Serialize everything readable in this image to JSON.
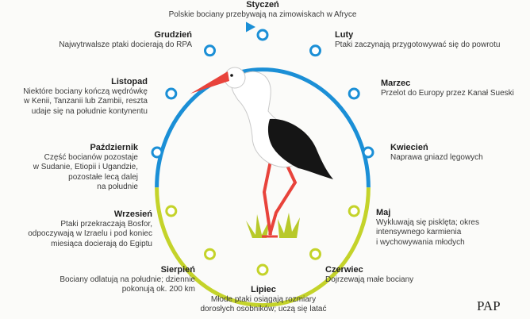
{
  "header_fragment": "· · · · · · · · · · ·",
  "credit": "PAP",
  "colors": {
    "blue_arc": "#1b8fd6",
    "green_arc": "#c4d32a",
    "stork_beak": "#e8433b",
    "dot_fill": "#ffffff"
  },
  "months": [
    {
      "key": "styczen",
      "name": "Styczeń",
      "text": [
        "Polskie bociany przebywają na zimowiskach w Afryce"
      ]
    },
    {
      "key": "luty",
      "name": "Luty",
      "text": [
        "Ptaki zaczynają przygotowywać się do powrotu"
      ]
    },
    {
      "key": "marzec",
      "name": "Marzec",
      "text": [
        "Przelot do Europy przez Kanał Sueski"
      ]
    },
    {
      "key": "kwiecien",
      "name": "Kwiecień",
      "text": [
        "Naprawa gniazd lęgowych"
      ]
    },
    {
      "key": "maj",
      "name": "Maj",
      "text": [
        "Wykluwają się pisklęta; okres",
        "intensywnego karmienia",
        "i wychowywania młodych"
      ]
    },
    {
      "key": "czerwiec",
      "name": "Czerwiec",
      "text": [
        "Dojrzewają małe bociany"
      ]
    },
    {
      "key": "lipiec",
      "name": "Lipiec",
      "text": [
        "Młode ptaki osiągają rozmiary",
        "dorosłych osobników; uczą się latać"
      ]
    },
    {
      "key": "sierpien",
      "name": "Sierpień",
      "text": [
        "Bociany odlatują na południe; dziennie",
        "pokonują ok. 200 km"
      ]
    },
    {
      "key": "wrzesien",
      "name": "Wrzesień",
      "text": [
        "Ptaki przekraczają Bosfor,",
        "odpoczywają w Izraelu i pod koniec",
        "miesiąca docierają do Egiptu"
      ]
    },
    {
      "key": "pazdziernik",
      "name": "Październik",
      "text": [
        "Część bocianów pozostaje",
        "w Sudanie, Etiopii i Ugandzie,",
        "pozostałe lecą dalej",
        "na południe"
      ]
    },
    {
      "key": "listopad",
      "name": "Listopad",
      "text": [
        "Niektóre bociany kończą wędrówkę",
        "w Kenii, Tanzanii lub Zambii, reszta",
        "udaje się na południe kontynentu"
      ]
    },
    {
      "key": "grudzien",
      "name": "Grudzień",
      "text": [
        "Najwytrwalsze ptaki docierają do RPA"
      ]
    }
  ]
}
